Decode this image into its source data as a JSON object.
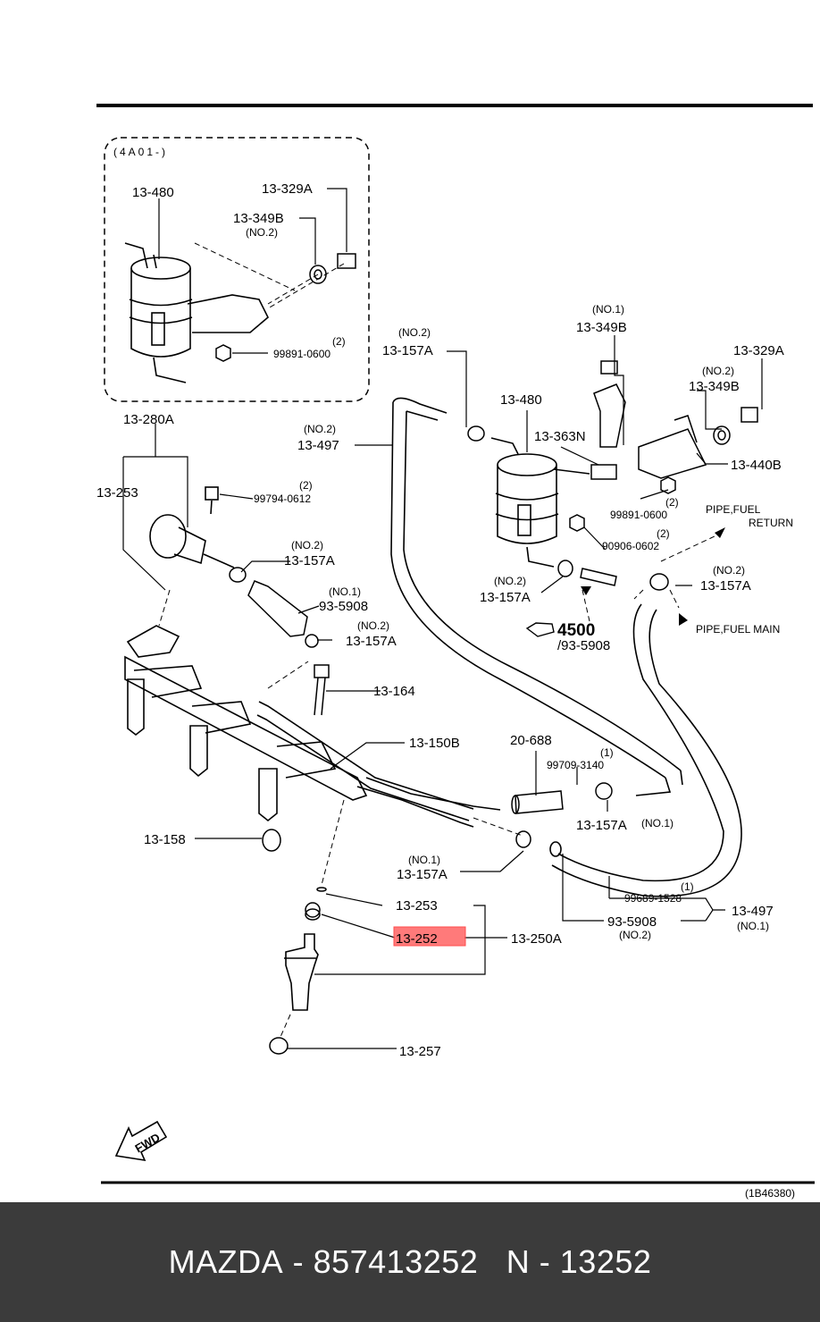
{
  "diagram": {
    "inset_label": "(4A01-)",
    "pipe_return_1": "PIPE,FUEL",
    "pipe_return_2": "RETURN",
    "pipe_main": "PIPE,FUEL MAIN",
    "ref_code": "(1B46380)",
    "fwd": "FWD",
    "callouts": {
      "inset_13_480": "13-480",
      "inset_13_329A": "13-329A",
      "inset_13_349B": "13-349B",
      "inset_no2_a": "(NO.2)",
      "inset_99891_qty": "(2)",
      "inset_99891": "99891-0600",
      "no1_349b_tag": "(NO.1)",
      "no1_349b": "13-349B",
      "no2_157a_top_tag": "(NO.2)",
      "no2_157a_top": "13-157A",
      "c_13_480": "13-480",
      "c_13_363N": "13-363N",
      "c_13_329A": "13-329A",
      "no2_349b_tag": "(NO.2)",
      "no2_349b": "13-349B",
      "c_13_440B": "13-440B",
      "c_13_280A": "13-280A",
      "no2_497_tag": "(NO.2)",
      "no2_497": "13-497",
      "c_13_253_left": "13-253",
      "c_99794_qty": "(2)",
      "c_99794": "99794-0612",
      "c_99891_qty": "(2)",
      "c_99891": "99891-0600",
      "c_90906_qty": "(2)",
      "c_90906": "90906-0602",
      "no2_157a_mid_tag": "(NO.2)",
      "no2_157a_mid": "13-157A",
      "no2_157a_filter_tag": "(NO.2)",
      "no2_157a_filter": "13-157A",
      "no2_157a_right_tag": "(NO.2)",
      "no2_157a_right": "13-157A",
      "no1_5908_tag": "(NO.1)",
      "no1_5908": "93-5908",
      "no2_157a_low_tag": "(NO.2)",
      "no2_157a_low": "13-157A",
      "ref_4500": "4500",
      "ref_4500_sub": "/93-5908",
      "c_13_164": "13-164",
      "c_13_150B": "13-150B",
      "c_20_688": "20-688",
      "c_99709_qty": "(1)",
      "c_99709": "99709-3140",
      "c_157a_no1": "13-157A",
      "c_157a_no1_tag": "(NO.1)",
      "c_13_158": "13-158",
      "no1_157a_bottom_tag": "(NO.1)",
      "no1_157a_bottom": "13-157A",
      "c_99689_qty": "(1)",
      "c_99689": "99689-1528",
      "c_13_497": "13-497",
      "c_13_497_tag": "(NO.1)",
      "c_5908_bottom": "93-5908",
      "c_5908_bottom_tag": "(NO.2)",
      "c_13_253_bottom": "13-253",
      "c_13_252": "13-252",
      "c_13_250A": "13-250A",
      "c_13_257": "13-257"
    }
  },
  "footer": {
    "brand": "MAZDA",
    "part_number": "857413252",
    "code": "N - 13252"
  },
  "colors": {
    "highlight": "#ff4d4d",
    "footer_bg": "#3b3b3b"
  }
}
